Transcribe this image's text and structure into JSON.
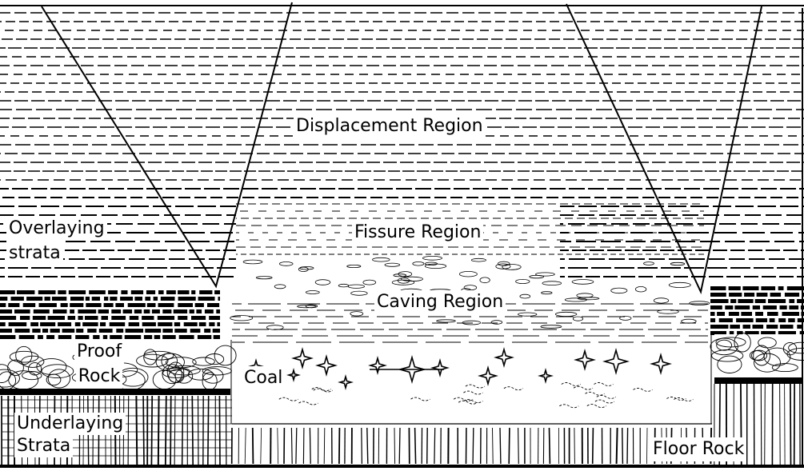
{
  "labels": {
    "displacement": "Displacement Region",
    "fissure": "Fissure Region",
    "caving": "Caving Region",
    "overlaying_1": "Overlaying",
    "overlaying_2": "strata",
    "proof_1": "Proof",
    "proof_2": "Rock",
    "coal": "Coal",
    "underlaying_1": "Underlaying",
    "underlaying_2": "Strata",
    "floor": "Floor Rock"
  },
  "colors": {
    "ink": "#000000",
    "paper": "#ffffff"
  }
}
